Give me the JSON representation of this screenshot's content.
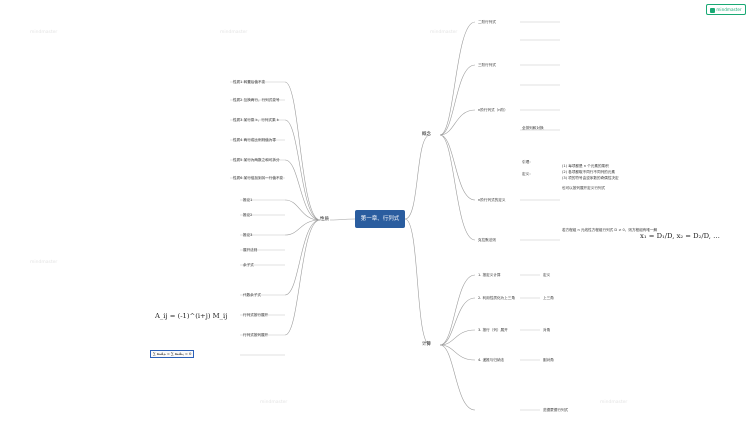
{
  "root": {
    "label": "第一章、行列式"
  },
  "branches": {
    "overview": "概念",
    "calc": "计算",
    "property": "性质"
  },
  "overview": {
    "order2": "二阶行列式",
    "order3": "三阶行列式",
    "nordinal": "n阶行列式（n阶）",
    "permutation": "全排列和对换",
    "def_n": "n阶行列式的定义",
    "lemma": "引理：",
    "def_label": "定义：",
    "rule_a": "(1) 每项都是 n 个元素的乘积",
    "rule_b": "(2) 各项都取不同行不同列的元素",
    "rule_c": "(3) 项的符号由逆序数的奇偶性决定",
    "note": "也可以按列展开定义行列式",
    "cramer": "克拉默法则",
    "cramer_desc": "若方程组 n 元线性方程组行列式 D ≠ 0，则方程组有唯一解"
  },
  "calc_items": [
    "1. 按定义计算",
    "2. 利用性质化为上三角",
    "3. 按行（列）展开",
    "4. 递推与归纳法"
  ],
  "calc_sub": [
    "定义",
    "上三角",
    "对角",
    "副对角",
    "范德蒙德行列式"
  ],
  "property_items": [
    "性质1 转置后值不变",
    "性质2 互换两行，行列式变号",
    "性质3 某行乘 k，行列式乘 k",
    "性质4 两行成比例则值为零",
    "性质5 某行为两数之和可拆分",
    "性质6 某行倍加到另一行值不变",
    "推论1",
    "推论2",
    "推论3",
    "展开法则",
    "余子式",
    "代数余子式",
    "行列式按行展开",
    "行列式按列展开"
  ],
  "formula": {
    "aij": "A_ij = (-1)^(i+j) M_ij",
    "cramer_eq": "x₁ = D₁/D,  x₂ = D₂/D, …",
    "sum": "∑ aᵢₖAⱼₖ = ∑ aₖᵢAₖⱼ = 0"
  },
  "logo": "mindmaster",
  "watermark": "mindmaster"
}
